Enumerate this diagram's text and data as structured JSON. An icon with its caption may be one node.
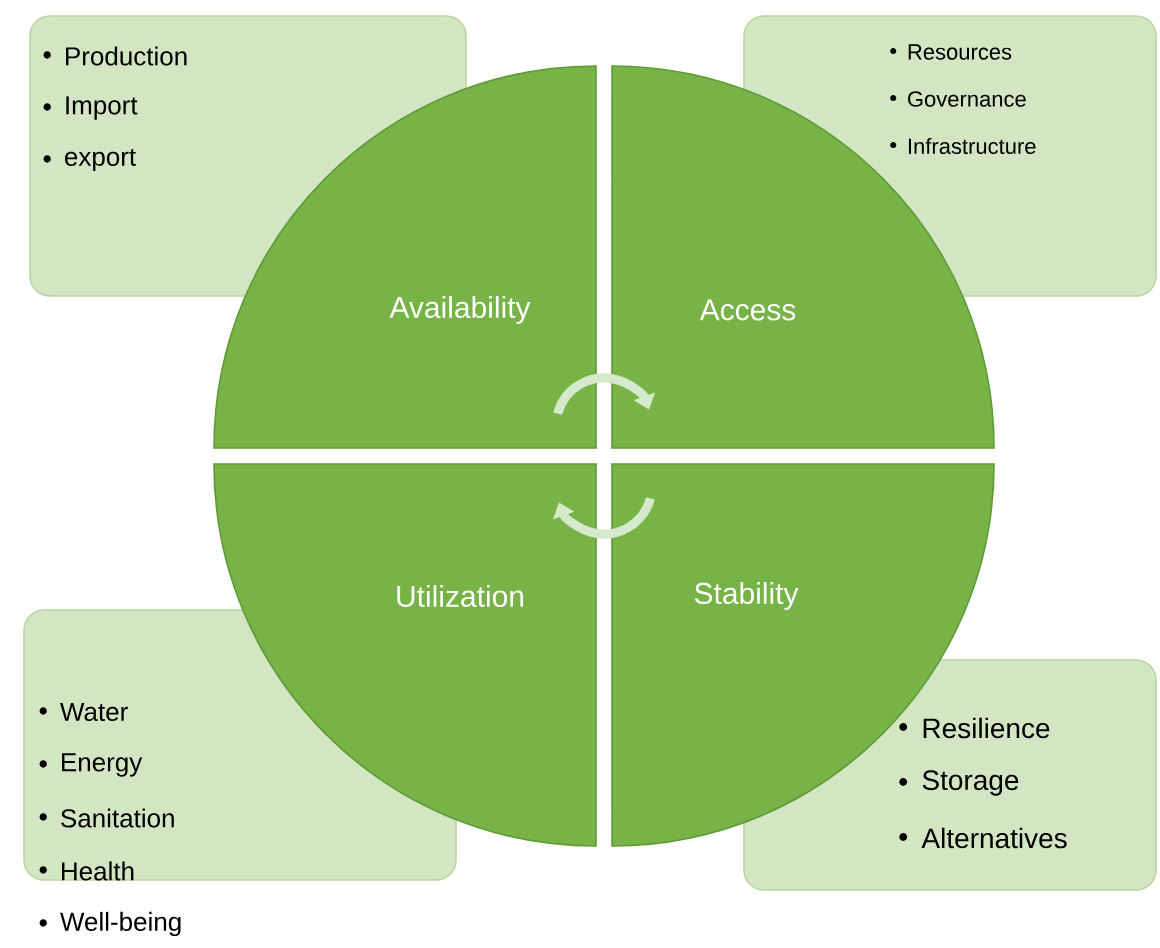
{
  "diagram": {
    "nodes": [
      {
        "text": [
          "Availability"
        ]
      },
      {
        "text": [
          "Access"
        ]
      },
      {
        "text": [
          "Utilization"
        ]
      },
      {
        "text": [
          "Stability"
        ]
      },
      {
        "text": [
          "Production",
          "Import",
          "export"
        ]
      },
      {
        "text": [
          "Resources",
          "Governance",
          "Infrastructure"
        ]
      },
      {
        "text": [
          "Water",
          "Energy",
          "Sanitation",
          "Health",
          "Well-being"
        ]
      },
      {
        "text": [
          "Resilience",
          "Storage",
          "Alternatives"
        ]
      }
    ],
    "edges": [
      {
        "from": 0,
        "to": 1,
        "arrow": "to"
      },
      {
        "from": 3,
        "to": 2,
        "arrow": "to"
      }
    ]
  }
}
